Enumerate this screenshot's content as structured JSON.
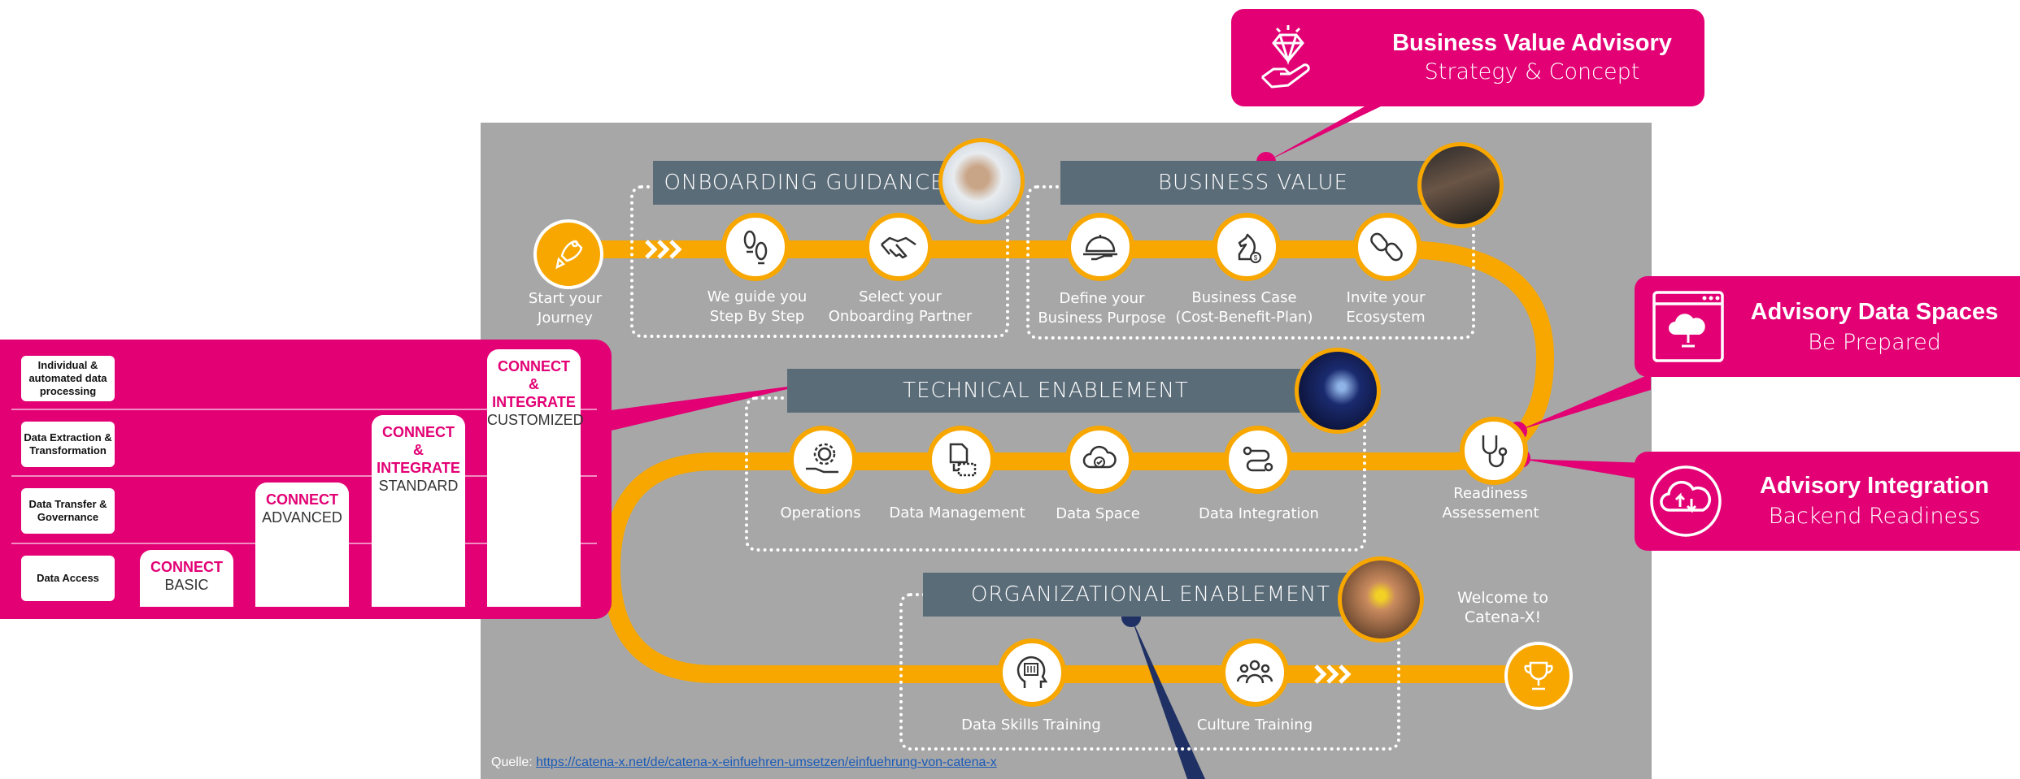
{
  "roadmap": {
    "start_label_1": "Start your",
    "start_label_2": "Journey",
    "onboarding": {
      "title": "ONBOARDING GUIDANCE",
      "steps": [
        {
          "line1": "We guide you",
          "line2": "Step By Step",
          "icon": "footprints-icon"
        },
        {
          "line1": "Select your",
          "line2": "Onboarding Partner",
          "icon": "handshake-icon"
        }
      ]
    },
    "business_value": {
      "title": "BUSINESS VALUE",
      "steps": [
        {
          "line1": "Define your",
          "line2": "Business Purpose",
          "icon": "serving-tray-icon"
        },
        {
          "line1": "Business Case",
          "line2": "(Cost-Benefit-Plan)",
          "icon": "chess-knight-icon"
        },
        {
          "line1": "Invite your",
          "line2": "Ecosystem",
          "icon": "chain-link-icon"
        }
      ]
    },
    "technical": {
      "title": "TECHNICAL ENABLEMENT",
      "steps": [
        {
          "line1": "Operations",
          "icon": "gear-hand-icon"
        },
        {
          "line1": "Data Management",
          "icon": "document-flow-icon"
        },
        {
          "line1": "Data Space",
          "icon": "cloud-check-icon"
        },
        {
          "line1": "Data Integration",
          "icon": "integration-flow-icon"
        }
      ]
    },
    "readiness": {
      "line1": "Readiness",
      "line2": "Assessement",
      "icon": "stethoscope-icon"
    },
    "organizational": {
      "title": "ORGANIZATIONAL ENABLEMENT",
      "steps": [
        {
          "line1": "Data Skills Training",
          "icon": "head-chip-icon"
        },
        {
          "line1": "Culture Training",
          "icon": "group-people-icon"
        }
      ]
    },
    "welcome_1": "Welcome to",
    "welcome_2": "Catena-X!",
    "source_prefix": "Quelle: ",
    "source_link": "https://catena-x.net/de/catena-x-einfuehren-umsetzen/einfuehrung-von-catena-x"
  },
  "callouts": {
    "business_advisory": {
      "title": "Business Value Advisory",
      "subtitle": "Strategy & Concept",
      "icon": "diamond-hand-icon"
    },
    "data_spaces": {
      "title": "Advisory Data Spaces",
      "subtitle": "Be Prepared",
      "icon": "cloud-window-icon"
    },
    "integration": {
      "title": "Advisory Integration",
      "subtitle": "Backend Readiness",
      "icon": "cloud-upload-download-icon"
    }
  },
  "connect_panel": {
    "rows": [
      "Individual & automated data processing",
      "Data Extraction & Transformation",
      "Data Transfer & Governance",
      "Data Access"
    ],
    "levels": [
      {
        "name": "CONNECT",
        "tier": "BASIC"
      },
      {
        "name": "CONNECT",
        "tier": "ADVANCED"
      },
      {
        "name": "CONNECT & INTEGRATE",
        "tier": "STANDARD"
      },
      {
        "name": "CONNECT & INTEGRATE",
        "tier": "CUSTOMIZED"
      }
    ]
  },
  "colors": {
    "magenta": "#e20074",
    "orange": "#f7a700",
    "gray": "#a7a7a7",
    "banner": "#5b6c79",
    "navy": "#1f3164"
  }
}
